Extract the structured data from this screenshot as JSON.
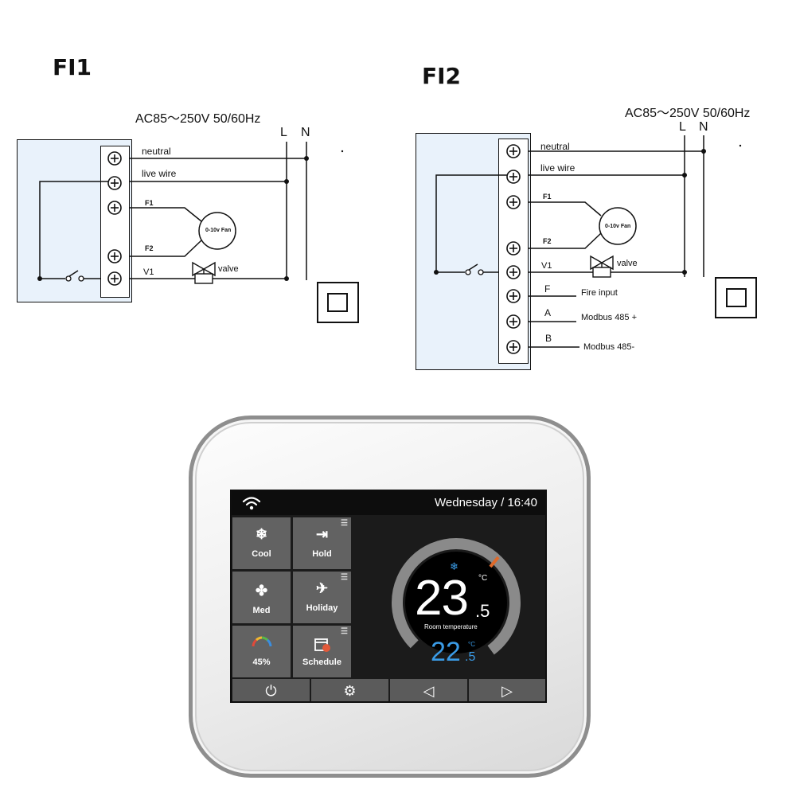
{
  "fi1": {
    "title": "FI1",
    "supply": "AC85～250V   50/60Hz",
    "line_l": "L",
    "line_n": "N",
    "neutral": "neutral",
    "live_wire": "live wire",
    "f1": "F1",
    "f2": "F2",
    "v1": "V1",
    "fan": "0-10v Fan",
    "valve": "valve"
  },
  "fi2": {
    "title": "FI2",
    "supply": "AC85～250V   50/60Hz",
    "line_l": "L",
    "line_n": "N",
    "neutral": "neutral",
    "live_wire": "live wire",
    "f1": "F1",
    "f2": "F2",
    "v1": "V1",
    "fan": "0-10v Fan",
    "valve": "valve",
    "f": "F",
    "fire_input": "Fire input",
    "a": "A",
    "modbus_plus": "Modbus 485 +",
    "b": "B",
    "modbus_minus": "Modbus 485-"
  },
  "thermostat": {
    "datetime": "Wednesday / 16:40",
    "tiles": {
      "cool": "Cool",
      "hold": "Hold",
      "med": "Med",
      "holiday": "Holiday",
      "humidity": "45%",
      "schedule": "Schedule"
    },
    "room_temp_int": "23",
    "room_temp_dec": ".5",
    "unit": "°C",
    "room_label": "Room temperature",
    "set_temp_int": "22",
    "set_temp_dec": ".5",
    "icons": [
      "wifi-icon",
      "snowflake-icon",
      "door-enter-icon",
      "fan-icon",
      "airplane-icon",
      "humidity-gauge-icon",
      "calendar-icon",
      "power-icon",
      "gear-icon",
      "left-arrow-icon",
      "right-arrow-icon",
      "menu-list-icon"
    ],
    "colors": {
      "accent_blue": "#3a9be6",
      "tile": "#626262",
      "screen": "#1b1b1b"
    }
  }
}
